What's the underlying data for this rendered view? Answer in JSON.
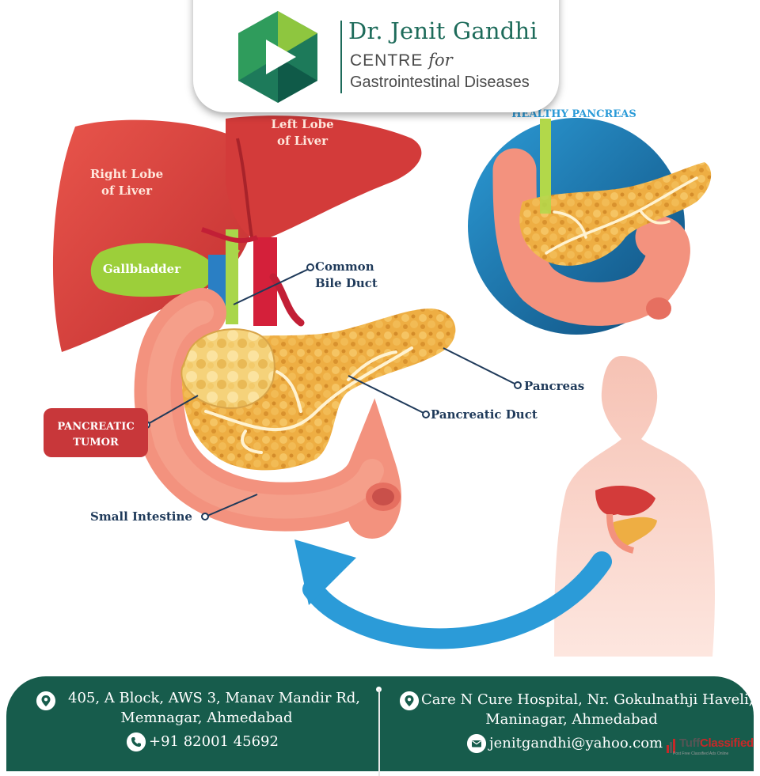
{
  "header": {
    "brand_name": "Dr. Jenit Gandhi",
    "brand_line2_prefix": "CENTRE ",
    "brand_line2_italic": "for",
    "brand_line3": "Gastrointestinal Diseases",
    "logo_icon": "play-hexagon-icon"
  },
  "illustration": {
    "labels": {
      "left_lobe_1": "Left Lobe",
      "left_lobe_2": "of Liver",
      "right_lobe_1": "Right Lobe",
      "right_lobe_2": "of Liver",
      "gallbladder": "Gallbladder",
      "common_bile_duct_1": "Common",
      "common_bile_duct_2": "Bile Duct",
      "pancreas": "Pancreas",
      "pancreatic_duct": "Pancreatic Duct",
      "pancreatic_tumor_1": "PANCREATIC",
      "pancreatic_tumor_2": "TUMOR",
      "small_intestine": "Small Intestine",
      "healthy_pancreas": "HEALTHY PANCREAS"
    }
  },
  "footer": {
    "address_1_line1": "405, A Block, AWS 3, Manav Mandir Rd,",
    "address_1_line2": "Memnagar, Ahmedabad",
    "phone": "+91 82001 45692",
    "address_2_line1": "Care N Cure Hospital, Nr. Gokulnathji Haveli,",
    "address_2_line2": "Maninagar, Ahmedabad",
    "email": "jenitgandhi@yahoo.com",
    "icons": [
      "location-pin-icon",
      "phone-icon",
      "location-pin-icon",
      "email-icon"
    ]
  },
  "watermark": {
    "brand_a": "Tuff",
    "brand_b": "Classified",
    "tagline": "Post Free Classified Ads Online"
  },
  "colors": {
    "brand_green": "#175c4c",
    "liver_red": "#d7403c",
    "pancreas_yellow": "#e8a93a",
    "intestine_pink": "#f08a78",
    "arrow_blue": "#2b9bd8",
    "label_navy": "#1f3a5a",
    "tumor_badge": "#c8373a"
  }
}
